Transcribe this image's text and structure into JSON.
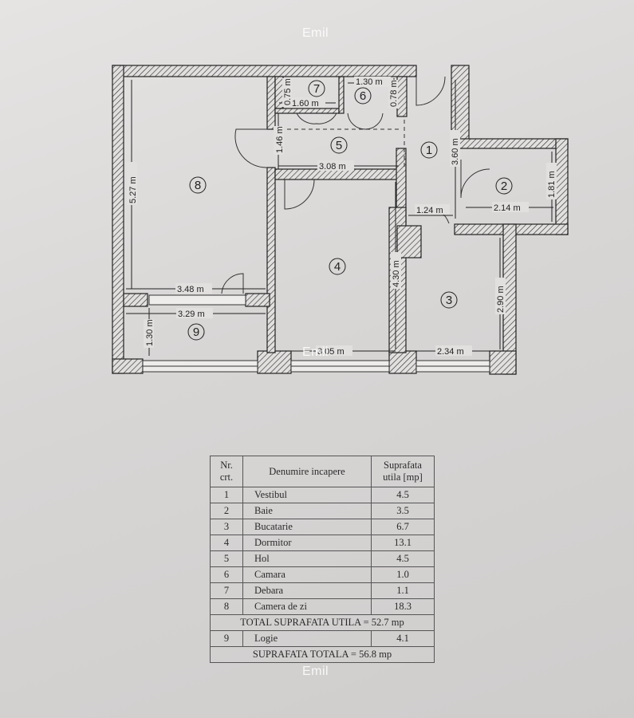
{
  "watermark": "Emil",
  "plan": {
    "rooms": [
      {
        "id": "1",
        "label": "1"
      },
      {
        "id": "2",
        "label": "2"
      },
      {
        "id": "3",
        "label": "3"
      },
      {
        "id": "4",
        "label": "4"
      },
      {
        "id": "5",
        "label": "5"
      },
      {
        "id": "6",
        "label": "6"
      },
      {
        "id": "7",
        "label": "7"
      },
      {
        "id": "8",
        "label": "8"
      },
      {
        "id": "9",
        "label": "9"
      }
    ],
    "dimensions": {
      "d_527": "5.27 m",
      "d_348": "3.48 m",
      "d_329": "3.29 m",
      "d_130v": "1.30 m",
      "d_146": "1.46 m",
      "d_308": "3.08 m",
      "d_430": "4.30 m",
      "d_305": "3.05 m",
      "d_234": "2.34 m",
      "d_290": "2.90 m",
      "d_124": "1.24 m",
      "d_214": "2.14 m",
      "d_181": "1.81 m",
      "d_360": "3.60 m",
      "d_160": "1.60 m",
      "d_175": "0.75 m",
      "d_130h": "1.30 m",
      "d_078": "0.78 m"
    }
  },
  "table": {
    "header": {
      "nr": "Nr. crt.",
      "name": "Denumire incapere",
      "area": "Suprafata utila [mp]"
    },
    "rows": [
      {
        "nr": "1",
        "name": "Vestibul",
        "area": "4.5"
      },
      {
        "nr": "2",
        "name": "Baie",
        "area": "3.5"
      },
      {
        "nr": "3",
        "name": "Bucatarie",
        "area": "6.7"
      },
      {
        "nr": "4",
        "name": "Dormitor",
        "area": "13.1"
      },
      {
        "nr": "5",
        "name": "Hol",
        "area": "4.5"
      },
      {
        "nr": "6",
        "name": "Camara",
        "area": "1.0"
      },
      {
        "nr": "7",
        "name": "Debara",
        "area": "1.1"
      },
      {
        "nr": "8",
        "name": "Camera de zi",
        "area": "18.3"
      }
    ],
    "total_utila": "TOTAL SUPRAFATA UTILA = 52.7 mp",
    "logie": {
      "nr": "9",
      "name": "Logie",
      "area": "4.1"
    },
    "total": "SUPRAFATA TOTALA = 56.8 mp"
  }
}
